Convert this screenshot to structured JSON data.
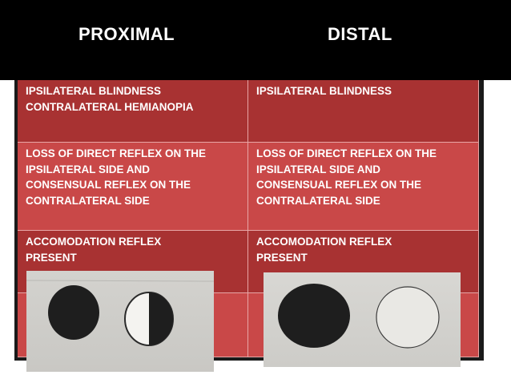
{
  "headers": {
    "proximal": "PROXIMAL",
    "distal": "DISTAL"
  },
  "rows": [
    {
      "proximal": [
        "IPSILATERAL BLINDNESS",
        "CONTRALATERAL HEMIANOPIA"
      ],
      "distal": [
        "IPSILATERAL BLINDNESS"
      ]
    },
    {
      "proximal": [
        "LOSS OF DIRECT REFLEX ON THE",
        "IPSILATERAL SIDE AND",
        "CONSENSUAL REFLEX  ON THE",
        "CONTRALATERAL  SIDE"
      ],
      "distal": [
        "LOSS OF DIRECT REFLEX ON THE",
        "IPSILATERAL SIDE AND",
        "CONSENSUAL REFLEX  ON THE",
        "CONTRALATERAL  SIDE"
      ]
    },
    {
      "proximal": [
        "ACCOMODATION REFLEX",
        "PRESENT"
      ],
      "distal": [
        "ACCOMODATION REFLEX",
        "PRESENT"
      ]
    },
    {
      "proximal": [],
      "distal": []
    }
  ],
  "colors": {
    "header_band": "#000000",
    "row_dark": "#a83232",
    "row_light": "#c94848",
    "text": "#ffffff"
  },
  "images": {
    "proximal": "pupil-diagram-filled-and-half-filled",
    "distal": "pupil-diagram-filled-and-empty"
  }
}
